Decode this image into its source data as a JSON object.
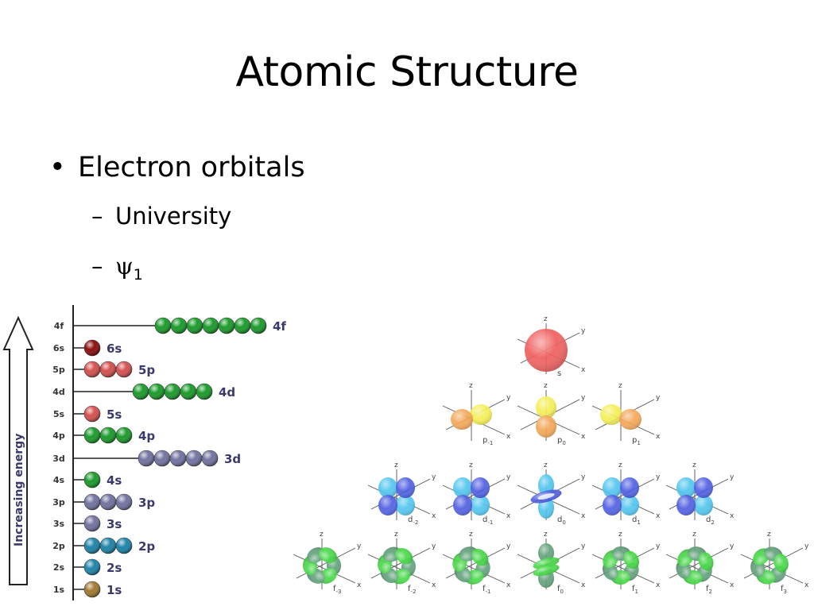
{
  "slide": {
    "title": "Atomic Structure",
    "bullet": "Electron orbitals",
    "subbullets": [
      "University",
      "ψ",
      "1"
    ]
  },
  "energy_diagram": {
    "axis_label": "Increasing energy",
    "levels": [
      {
        "label": "4f",
        "count": 7,
        "color": "#1a9a2a"
      },
      {
        "label": "6s",
        "count": 1,
        "color": "#8b0d0d"
      },
      {
        "label": "5p",
        "count": 3,
        "color": "#d45050"
      },
      {
        "label": "4d",
        "count": 5,
        "color": "#1a9a2a"
      },
      {
        "label": "5s",
        "count": 1,
        "color": "#d45050"
      },
      {
        "label": "4p",
        "count": 3,
        "color": "#1a9a2a"
      },
      {
        "label": "3d",
        "count": 5,
        "color": "#7272a0"
      },
      {
        "label": "4s",
        "count": 1,
        "color": "#1a9a2a"
      },
      {
        "label": "3p",
        "count": 3,
        "color": "#7272a0"
      },
      {
        "label": "3s",
        "count": 1,
        "color": "#7272a0"
      },
      {
        "label": "2p",
        "count": 3,
        "color": "#1d83a8"
      },
      {
        "label": "2s",
        "count": 1,
        "color": "#1d83a8"
      },
      {
        "label": "1s",
        "count": 1,
        "color": "#a07a30"
      }
    ]
  },
  "orbitals": {
    "axes": [
      "z",
      "y",
      "x"
    ],
    "rows": [
      {
        "type": "s",
        "labels": [
          {
            "t": "s",
            "sub": ""
          }
        ]
      },
      {
        "type": "p",
        "labels": [
          {
            "t": "p",
            "sub": "-1"
          },
          {
            "t": "p",
            "sub": "0"
          },
          {
            "t": "p",
            "sub": "1"
          }
        ]
      },
      {
        "type": "d",
        "labels": [
          {
            "t": "d",
            "sub": "-2"
          },
          {
            "t": "d",
            "sub": "-1"
          },
          {
            "t": "d",
            "sub": "0"
          },
          {
            "t": "d",
            "sub": "1"
          },
          {
            "t": "d",
            "sub": "2"
          }
        ]
      },
      {
        "type": "f",
        "labels": [
          {
            "t": "f",
            "sub": "-3"
          },
          {
            "t": "f",
            "sub": "-2"
          },
          {
            "t": "f",
            "sub": "-1"
          },
          {
            "t": "f",
            "sub": "0"
          },
          {
            "t": "f",
            "sub": "1"
          },
          {
            "t": "f",
            "sub": "2"
          },
          {
            "t": "f",
            "sub": "3"
          }
        ]
      }
    ],
    "colors": {
      "s": "#f05a5a",
      "p_a": "#f4ee50",
      "p_b": "#f3a452",
      "d_a": "#4a5ae0",
      "d_b": "#4cc4ee",
      "f_a": "#44d844",
      "f_b": "#5e9e78"
    }
  }
}
